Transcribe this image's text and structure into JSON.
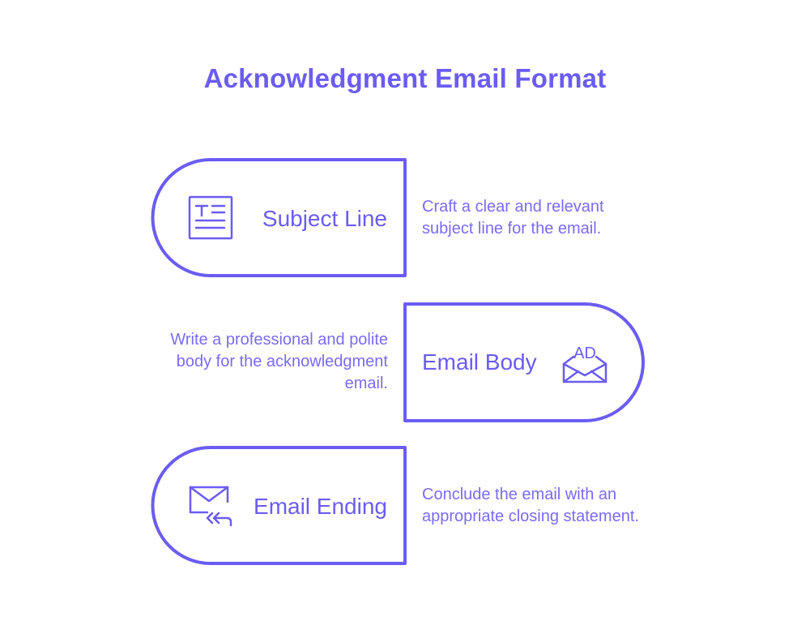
{
  "title": "Acknowledgment Email Format",
  "accent_color": "#6b5cf2",
  "steps": [
    {
      "label": "Subject Line",
      "icon": "text-document-icon",
      "description_lines": [
        "Craft a clear and relevant",
        "subject line for the email."
      ]
    },
    {
      "label": "Email Body",
      "icon": "ad-envelope-icon",
      "icon_text": "AD",
      "description_lines": [
        "Write a professional and polite",
        "body for the acknowledgment",
        "email."
      ]
    },
    {
      "label": "Email Ending",
      "icon": "mail-reply-icon",
      "description_lines": [
        "Conclude the email with an",
        "appropriate closing statement."
      ]
    }
  ]
}
